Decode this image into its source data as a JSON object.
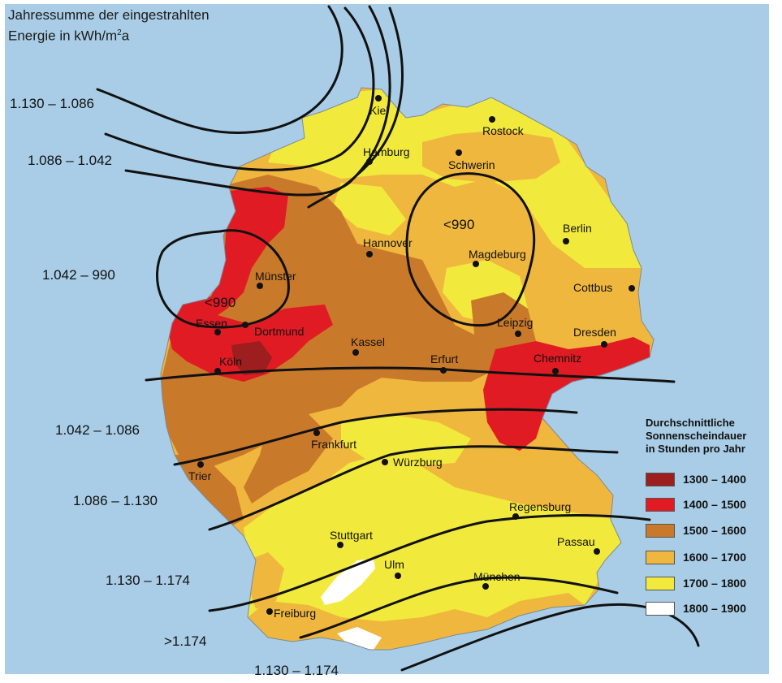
{
  "title": {
    "line1": "Jahressumme der eingestrahlten",
    "line2_prefix": "Energie in kWh/m",
    "line2_sup": "2",
    "line2_suffix": "a"
  },
  "isolines": {
    "l1": "1.130 – 1.086",
    "l2": "1.086 – 1.042",
    "l3": "1.042 – 990",
    "l4": "1.042 – 1.086",
    "l5": "1.086 – 1.130",
    "l6": "1.130 – 1.174",
    "l7": ">1.174",
    "l8": "1.130 – 1.174",
    "lt990_west": "<990",
    "lt990_east": "<990"
  },
  "cities": {
    "kiel": "Kiel",
    "rostock": "Rostock",
    "hamburg": "Hamburg",
    "schwerin": "Schwerin",
    "berlin": "Berlin",
    "hannover": "Hannover",
    "magdeburg": "Magdeburg",
    "muenster": "Münster",
    "cottbus": "Cottbus",
    "essen": "Essen",
    "dortmund": "Dortmund",
    "leipzig": "Leipzig",
    "dresden": "Dresden",
    "kassel": "Kassel",
    "koeln": "Köln",
    "erfurt": "Erfurt",
    "chemnitz": "Chemnitz",
    "frankfurt": "Frankfurt",
    "wuerzburg": "Würzburg",
    "trier": "Trier",
    "regensburg": "Regensburg",
    "stuttgart": "Stuttgart",
    "passau": "Passau",
    "ulm": "Ulm",
    "muenchen": "München",
    "freiburg": "Freiburg"
  },
  "legend": {
    "title_line1": "Durchschnittliche",
    "title_line2": "Sonnenscheindauer",
    "title_line3": "in Stunden pro Jahr",
    "items": [
      {
        "label": "1300 – 1400",
        "color": "#9c1e1e"
      },
      {
        "label": "1400 – 1500",
        "color": "#e01b24"
      },
      {
        "label": "1500 – 1600",
        "color": "#c9792a"
      },
      {
        "label": "1600 – 1700",
        "color": "#efb73e"
      },
      {
        "label": "1700 – 1800",
        "color": "#f1ea3c"
      },
      {
        "label": "1800 – 1900",
        "color": "#ffffff"
      }
    ]
  },
  "colors": {
    "sea": "#a9cde6",
    "class_1300_1400": "#9c1e1e",
    "class_1400_1500": "#e01b24",
    "class_1500_1600": "#c9792a",
    "class_1600_1700": "#efb73e",
    "class_1700_1800": "#f1ea3c",
    "class_1800_1900": "#ffffff",
    "isoline": "#111111"
  }
}
